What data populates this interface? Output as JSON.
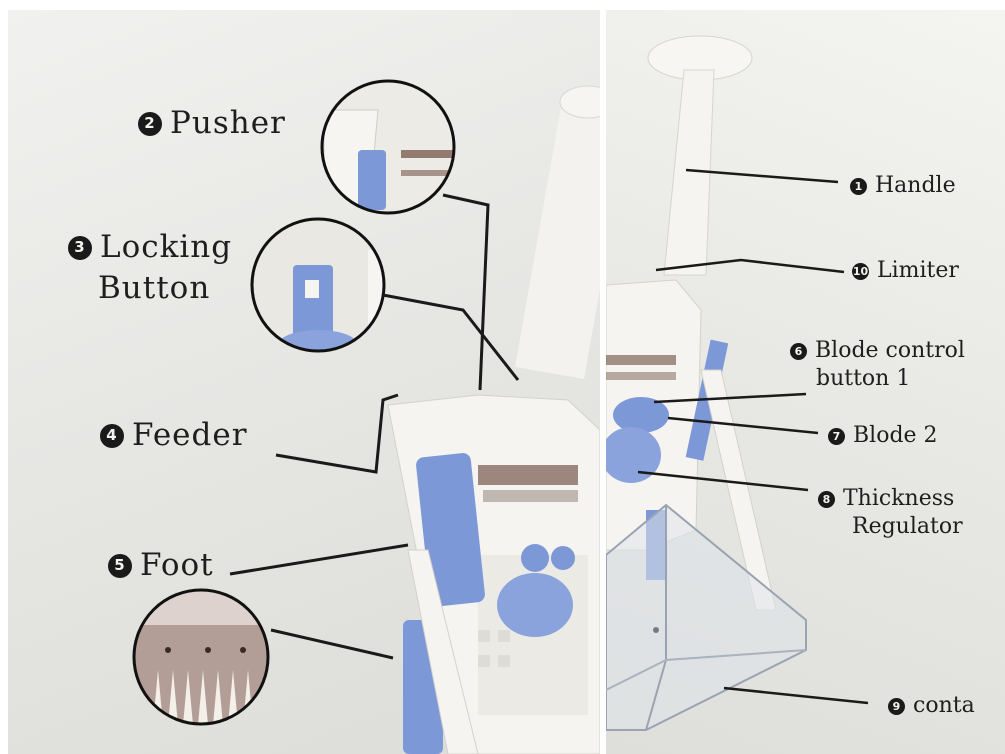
{
  "callouts_left": [
    {
      "number": "2",
      "text": "Pusher"
    },
    {
      "number": "3",
      "line1": "Locking",
      "line2": "Button"
    },
    {
      "number": "4",
      "text": "Feeder"
    },
    {
      "number": "5",
      "text": "Foot"
    }
  ],
  "callouts_right": [
    {
      "number": "1",
      "text": "Handle"
    },
    {
      "number": "10",
      "text": "Limiter"
    },
    {
      "number": "6",
      "line1": "Blode control",
      "line2": "button 1"
    },
    {
      "number": "7",
      "text": "Blode 2"
    },
    {
      "number": "8",
      "line1": "Thickness",
      "line2": "Regulator"
    },
    {
      "number": "9",
      "text": "conta"
    }
  ],
  "colors": {
    "plastic_white": "#f4f3ef",
    "accent_blue": "#7d98d6",
    "label_ink": "#1e1e1e",
    "leader_line": "#1a1a1a"
  }
}
